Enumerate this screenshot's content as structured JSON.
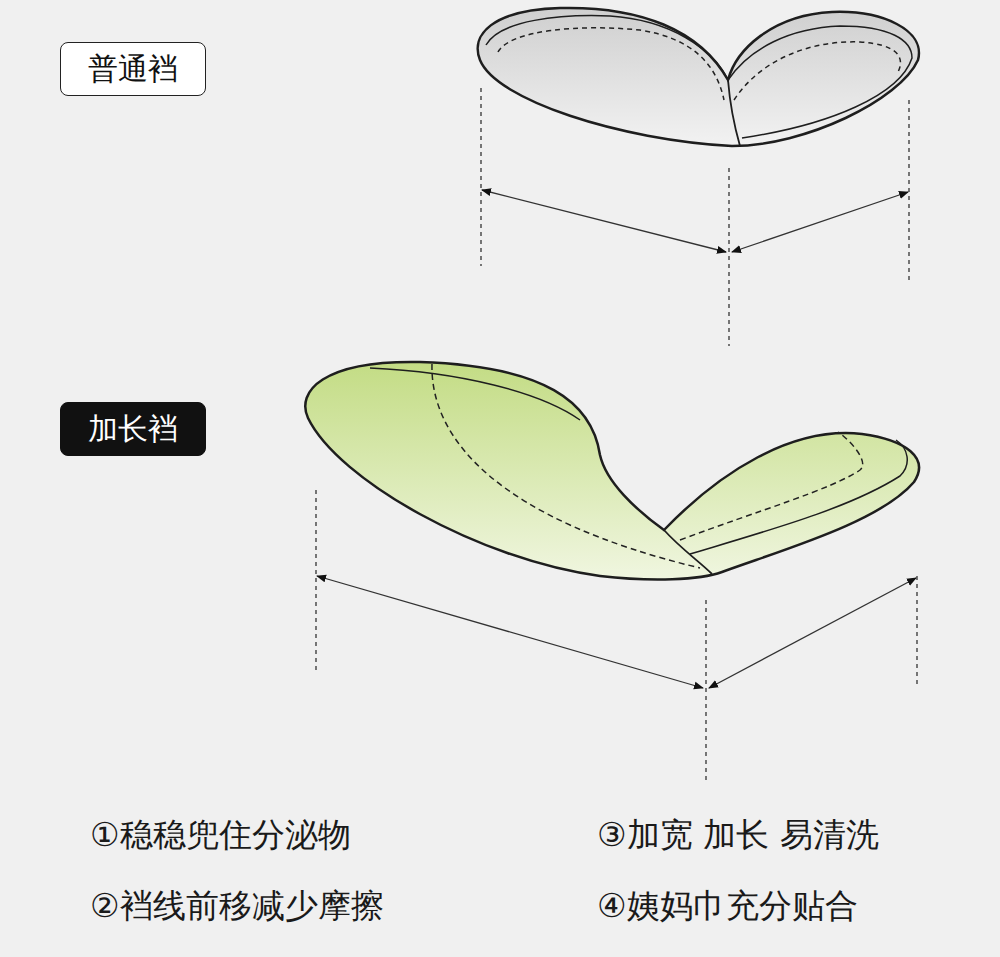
{
  "diagram": {
    "nodes": [
      {
        "text": [
          "普通裆"
        ]
      },
      {
        "text": [
          "加长裆"
        ]
      }
    ],
    "labels": [
      "①稳稳兜住分泌物",
      "②裆线前移减少摩擦",
      "③加宽 加长 易清洗",
      "④姨妈巾充分贴合"
    ]
  }
}
